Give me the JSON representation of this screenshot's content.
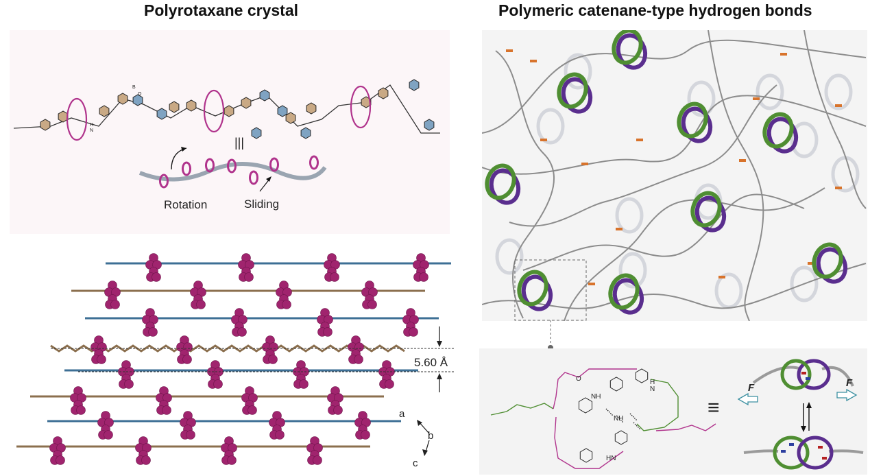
{
  "titles": {
    "left": "Polyrotaxane crystal",
    "right": "Polymeric catenane-type hydrogen bonds"
  },
  "rotaxane": {
    "equivalence": "|||",
    "rotation_label": "Rotation",
    "sliding_label": "Sliding",
    "atom_n": "N",
    "atom_h": "H",
    "atom_b": "B",
    "atom_o": "O"
  },
  "crystal": {
    "spacing_label": "5.60 Å",
    "axis_a": "a",
    "axis_b": "b",
    "axis_c": "c"
  },
  "catenane": {
    "nh_label": "NH",
    "hn_label": "HN",
    "h_label": "H",
    "n_label": "N",
    "o_label": "O",
    "equiv_symbol": "≡",
    "force_left": "F",
    "force_right": "F"
  },
  "colors": {
    "macrocycle": "#b0338c",
    "benzene_brown": "#8b6f4e",
    "benzene_blue": "#3d6f95",
    "ring_green": "#4f8e32",
    "ring_purple": "#5a2e8e",
    "strand": "#9aa5b1",
    "crystal_pink": "#a0246e"
  }
}
